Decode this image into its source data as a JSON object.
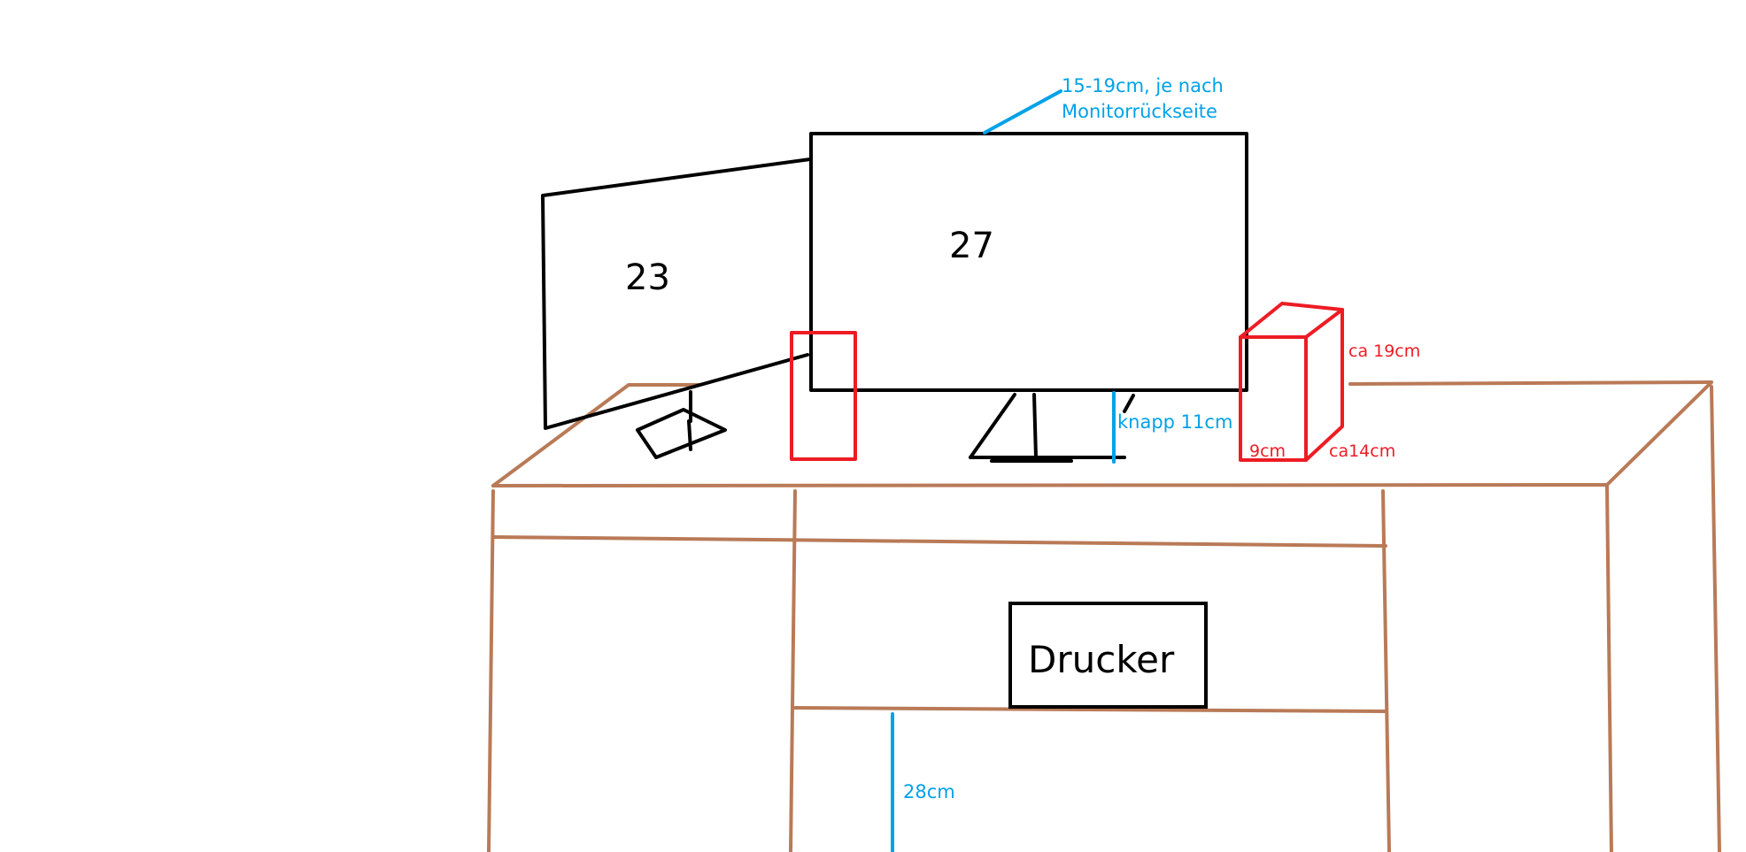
{
  "colors": {
    "desk": "#b97a57",
    "monitor": "#000000",
    "tower": "#ed1c24",
    "measure": "#00a2e8",
    "background": "#ffffff"
  },
  "monitors": {
    "left_label": "23",
    "right_label": "27"
  },
  "printer": {
    "label": "Drucker"
  },
  "measurements": {
    "monitor_back": {
      "line1": "15-19cm, je nach",
      "line2": "Monitorrückseite"
    },
    "stand_height": "knapp 11cm",
    "shelf_height": "28cm"
  },
  "tower_dimensions": {
    "height": "ca 19cm",
    "width": "9cm",
    "depth": "ca14cm"
  }
}
